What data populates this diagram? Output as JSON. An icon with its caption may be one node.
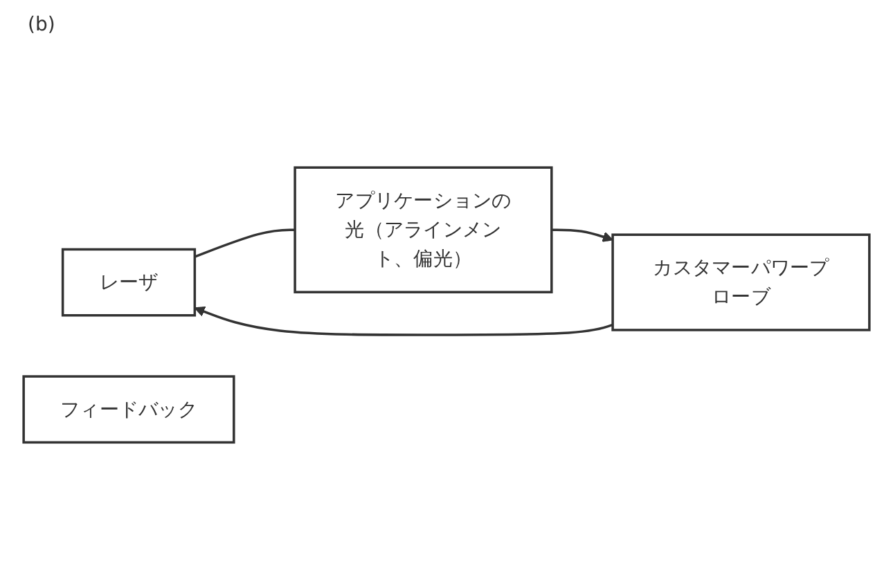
{
  "diagram": {
    "nodes": [
      {
        "text": [
          "レーザ"
        ]
      },
      {
        "text": [
          "アプリケーションの光（アラインメント、偏光）"
        ]
      },
      {
        "text": [
          "カスタマーパワープローブ"
        ]
      },
      {
        "text": [
          "フィードバック"
        ]
      }
    ],
    "edges": [
      {
        "from": 0,
        "to": 1,
        "arrow": "none"
      },
      {
        "from": 1,
        "to": 2,
        "arrow": "to"
      },
      {
        "from": 2,
        "to": 0,
        "arrow": "to"
      }
    ],
    "labels": [
      "(b)"
    ]
  }
}
